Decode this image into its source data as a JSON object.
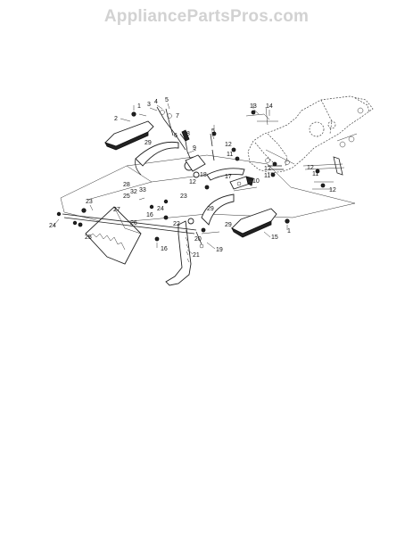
{
  "watermark": "AppliancePartsPros.com",
  "callouts": [
    {
      "id": "c1",
      "text": "1"
    },
    {
      "id": "c2",
      "text": "2"
    },
    {
      "id": "c3",
      "text": "3"
    },
    {
      "id": "c4",
      "text": "4"
    },
    {
      "id": "c5a",
      "text": "5"
    },
    {
      "id": "c5b",
      "text": "5"
    },
    {
      "id": "c6",
      "text": "6"
    },
    {
      "id": "c7",
      "text": "7"
    },
    {
      "id": "c8",
      "text": "8"
    },
    {
      "id": "c9",
      "text": "9"
    },
    {
      "id": "c10",
      "text": "10"
    },
    {
      "id": "c11a",
      "text": "11"
    },
    {
      "id": "c11b",
      "text": "11"
    },
    {
      "id": "c11c",
      "text": "11"
    },
    {
      "id": "c12a",
      "text": "12"
    },
    {
      "id": "c12b",
      "text": "12"
    },
    {
      "id": "c12c",
      "text": "12"
    },
    {
      "id": "c12d",
      "text": "12"
    },
    {
      "id": "c12e",
      "text": "12"
    },
    {
      "id": "c13",
      "text": "13"
    },
    {
      "id": "c14",
      "text": "14"
    },
    {
      "id": "c15",
      "text": "15"
    },
    {
      "id": "c16a",
      "text": "16"
    },
    {
      "id": "c16b",
      "text": "16"
    },
    {
      "id": "c17",
      "text": "17"
    },
    {
      "id": "c18",
      "text": "18"
    },
    {
      "id": "c19",
      "text": "19"
    },
    {
      "id": "c20",
      "text": "20"
    },
    {
      "id": "c21",
      "text": "21"
    },
    {
      "id": "c22",
      "text": "22"
    },
    {
      "id": "c23a",
      "text": "23"
    },
    {
      "id": "c23b",
      "text": "23"
    },
    {
      "id": "c24a",
      "text": "24"
    },
    {
      "id": "c24b",
      "text": "24"
    },
    {
      "id": "c25a",
      "text": "25"
    },
    {
      "id": "c25b",
      "text": "25"
    },
    {
      "id": "c26",
      "text": "26"
    },
    {
      "id": "c27",
      "text": "27"
    },
    {
      "id": "c28",
      "text": "28"
    },
    {
      "id": "c29a",
      "text": "29"
    },
    {
      "id": "c29b",
      "text": "29"
    },
    {
      "id": "c29c",
      "text": "29"
    },
    {
      "id": "c32",
      "text": "32"
    },
    {
      "id": "c33",
      "text": "33"
    },
    {
      "id": "c1b",
      "text": "1"
    }
  ]
}
